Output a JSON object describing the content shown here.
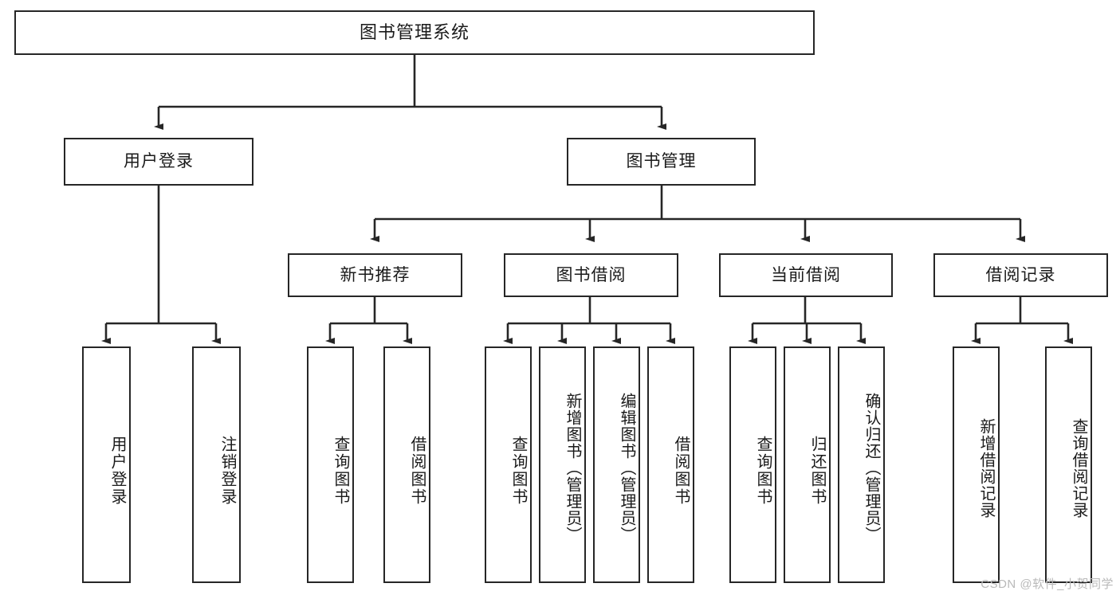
{
  "diagram": {
    "title": "图书管理系统",
    "type": "tree-hierarchy-diagram",
    "colors": {
      "border": "#262626",
      "background": "#ffffff",
      "text": "#1a1a1a",
      "watermark": "#b9b9b9"
    },
    "root": {
      "label": "图书管理系统"
    },
    "level2": [
      {
        "id": "user-login",
        "label": "用户登录"
      },
      {
        "id": "book-management",
        "label": "图书管理"
      }
    ],
    "level3": [
      {
        "id": "new-book-recommend",
        "label": "新书推荐"
      },
      {
        "id": "book-borrow",
        "label": "图书借阅"
      },
      {
        "id": "current-borrow",
        "label": "当前借阅"
      },
      {
        "id": "borrow-record",
        "label": "借阅记录"
      }
    ],
    "leaves": {
      "user_login": [
        {
          "id": "leaf-user-login",
          "label": "用户登录"
        },
        {
          "id": "leaf-user-logout",
          "label": "注销登录"
        }
      ],
      "new_book_recommend": [
        {
          "id": "leaf-query-book-1",
          "label": "查询图书"
        },
        {
          "id": "leaf-borrow-book-1",
          "label": "借阅图书"
        }
      ],
      "book_borrow": [
        {
          "id": "leaf-query-book-2",
          "label": "查询图书"
        },
        {
          "id": "leaf-add-book",
          "label": "新增图书（管理员）"
        },
        {
          "id": "leaf-edit-book",
          "label": "编辑图书（管理员）"
        },
        {
          "id": "leaf-borrow-book-2",
          "label": "借阅图书"
        }
      ],
      "current_borrow": [
        {
          "id": "leaf-query-book-3",
          "label": "查询图书"
        },
        {
          "id": "leaf-return-book",
          "label": "归还图书"
        },
        {
          "id": "leaf-confirm-return",
          "label": "确认归还（管理员）"
        }
      ],
      "borrow_record": [
        {
          "id": "leaf-add-record",
          "label": "新增借阅记录"
        },
        {
          "id": "leaf-query-record",
          "label": "查询借阅记录"
        }
      ]
    },
    "watermark": "CSDN @软件_小贺同学"
  }
}
